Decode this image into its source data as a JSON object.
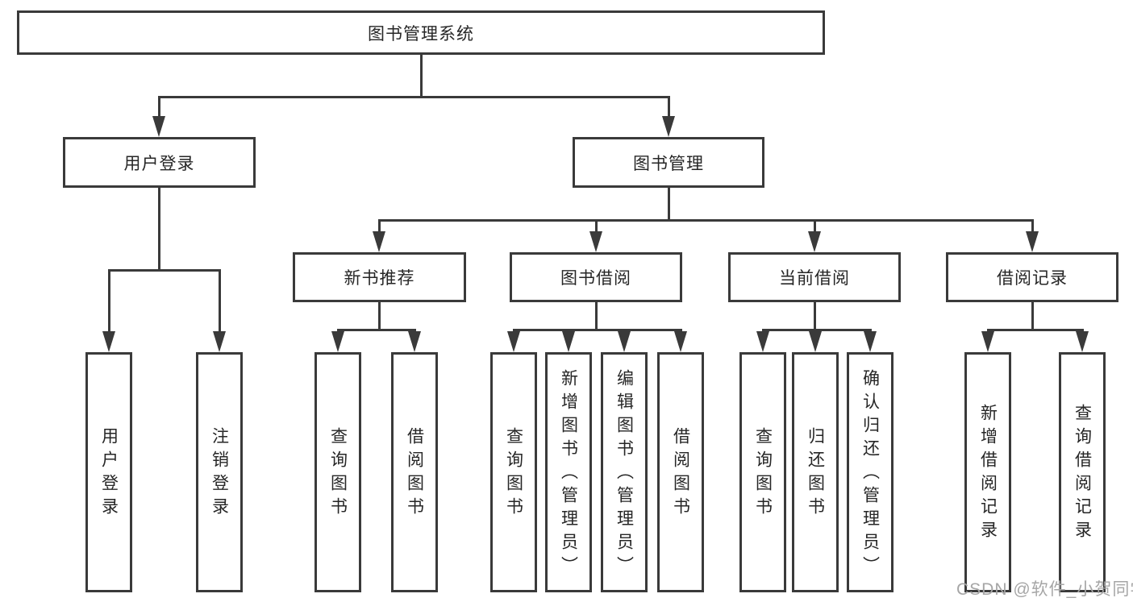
{
  "tree": {
    "root": {
      "label": "图书管理系统"
    },
    "branches": [
      {
        "label": "用户登录",
        "children": [
          "用户登录",
          "注销登录"
        ]
      },
      {
        "label": "图书管理",
        "groups": [
          {
            "label": "新书推荐",
            "children": [
              "查询图书",
              "借阅图书"
            ]
          },
          {
            "label": "图书借阅",
            "children": [
              "查询图书",
              "新增图书（管理员）",
              "编辑图书（管理员）",
              "借阅图书"
            ]
          },
          {
            "label": "当前借阅",
            "children": [
              "查询图书",
              "归还图书",
              "确认归还（管理员）"
            ]
          },
          {
            "label": "借阅记录",
            "children": [
              "新增借阅记录",
              "查询借阅记录"
            ]
          }
        ]
      }
    ]
  },
  "watermark": {
    "text": "CSDN @软件_小贺同学"
  },
  "colors": {
    "line": "#3a3a3a",
    "text": "#262626",
    "background": "#ffffff",
    "watermark": "#a6a6a6"
  }
}
